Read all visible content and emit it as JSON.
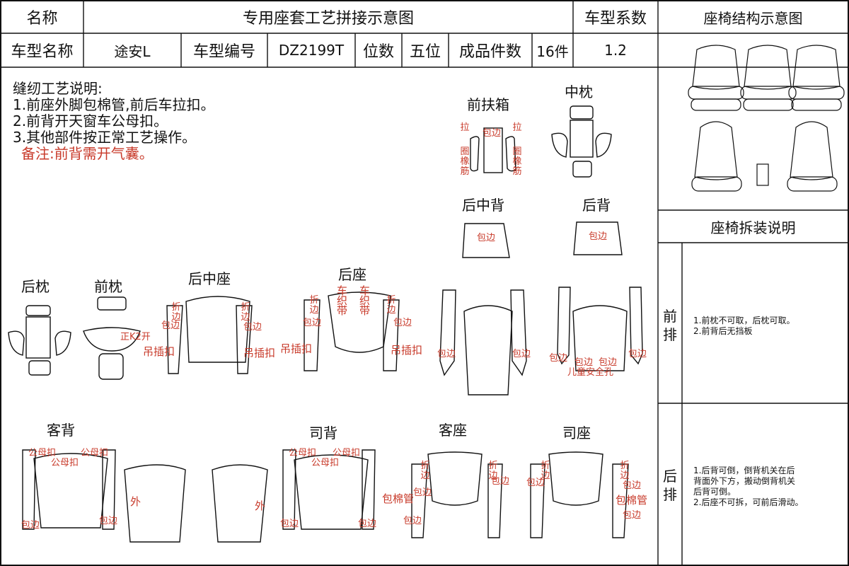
{
  "header": {
    "name_label": "名称",
    "title": "专用座套工艺拼接示意图",
    "coefficient_label": "车型系数",
    "structure_title": "座椅结构示意图",
    "model_name_label": "车型名称",
    "model_name": "途安L",
    "model_code_label": "车型编号",
    "model_code": "DZ2199T",
    "seats_label": "位数",
    "seats": "五位",
    "pieces_label": "成品件数",
    "pieces": "16件",
    "coefficient": "1.2"
  },
  "notes": {
    "title": "缝纫工艺说明:",
    "items": [
      "1.前座外脚包棉管,前后车拉扣。",
      "2.前背开天窗车公母扣。",
      "3.其他部件按正常工艺操作。"
    ],
    "remark": "备注:前背需开气囊。"
  },
  "parts": {
    "front_armrest": "前扶箱",
    "middle_pillow": "中枕",
    "rear_middle_back": "后中背",
    "rear_back": "后背",
    "rear_pillow": "后枕",
    "front_pillow": "前枕",
    "rear_middle_seat": "后中座",
    "rear_seat": "后座",
    "passenger_back": "客背",
    "driver_back": "司背",
    "passenger_seat": "客座",
    "driver_seat": "司座"
  },
  "annotations": {
    "pull": "拉",
    "elastic": "圈橡筋",
    "bind": "包边",
    "fold_bind": "折边",
    "hang_clip": "吊插扣",
    "car_strap": "车织带",
    "male_female": "公母扣",
    "outer": "外",
    "cotton_pipe": "包棉管",
    "open_k2": "正K2开",
    "child_safety": "儿童安全孔"
  },
  "disassembly": {
    "title": "座椅拆装说明",
    "front_label": "前排",
    "front_lines": [
      "1.前枕不可取，后枕可取。",
      "2.前背后无挡板"
    ],
    "rear_label": "后排",
    "rear_lines": [
      "1.后背可倒，倒背机关在后",
      "背面外下方，搬动倒背机关",
      "后背可倒。",
      "2.后座不可拆，可前后滑动。"
    ]
  },
  "colors": {
    "line": "#111111",
    "accent": "#c83a2a"
  }
}
